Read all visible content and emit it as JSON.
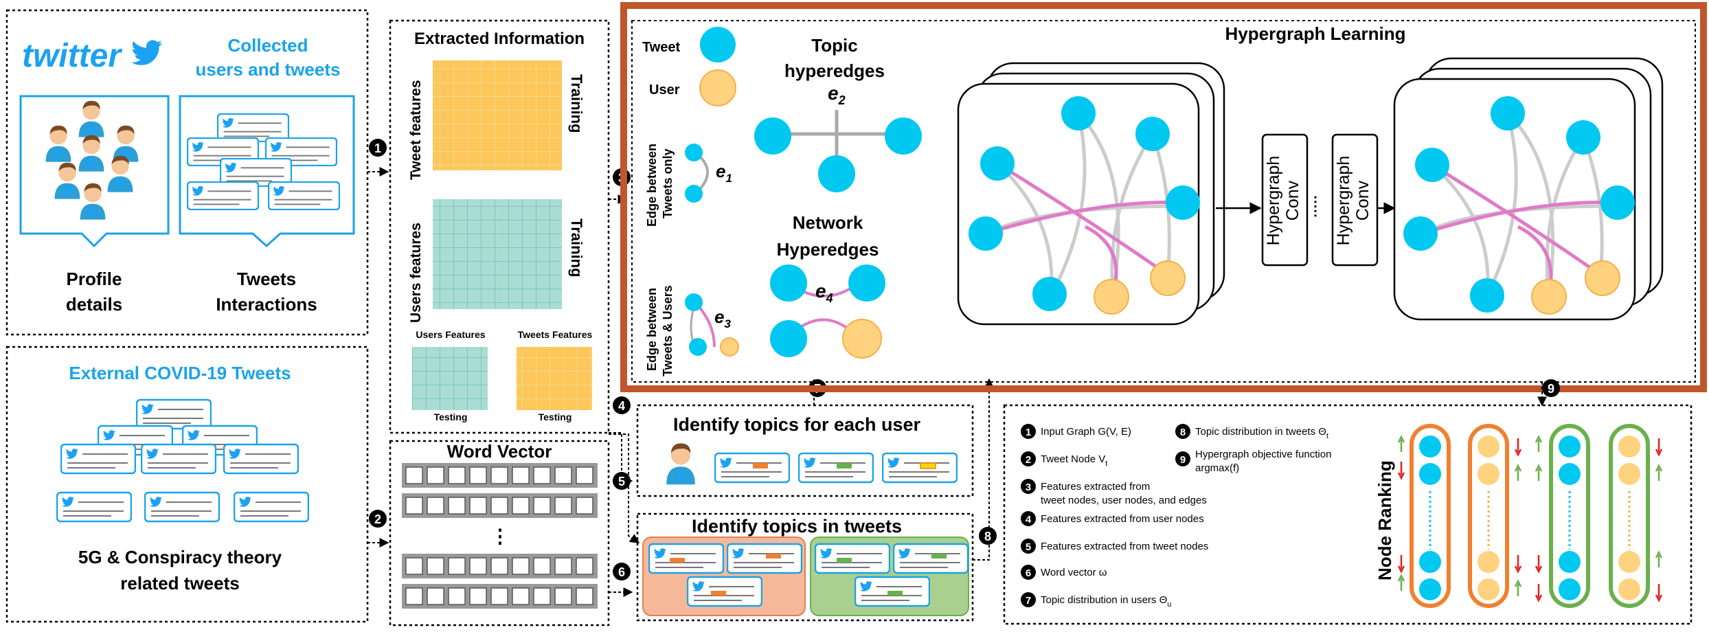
{
  "panel_collected": {
    "logo_text": "twitter",
    "title_line1": "Collected",
    "title_line2": "users and tweets",
    "profile_line1": "Profile",
    "profile_line2": "details",
    "tweets_line1": "Tweets",
    "tweets_line2": "Interactions"
  },
  "panel_external": {
    "title": "External COVID-19 Tweets",
    "caption_line1": "5G & Conspiracy theory",
    "caption_line2": "related tweets"
  },
  "panel_extracted": {
    "title": "Extracted Information",
    "tweet_features": "Tweet features",
    "users_features": "Users features",
    "training1": "Training",
    "training2": "Training",
    "users_features_small": "Users Features",
    "tweets_features_small": "Tweets Features",
    "testing1": "Testing",
    "testing2": "Testing"
  },
  "panel_wordvec": {
    "title": "Word Vector",
    "ellipsis": "⋮"
  },
  "panel_topics_user": {
    "title": "Identify topics for each user"
  },
  "panel_topics_tweets": {
    "title": "Identify topics in tweets"
  },
  "hypergraph": {
    "title": "Hypergraph Learning",
    "legend_tweet": "Tweet",
    "legend_user": "User",
    "topic_line1": "Topic",
    "topic_line2": "hyperedges",
    "network_line1": "Network",
    "network_line2": "Hyperedges",
    "e2": "e",
    "e2_sub": "2",
    "e1": "e",
    "e1_sub": "1",
    "e3": "e",
    "e3_sub": "3",
    "e4": "e",
    "e4_sub": "4",
    "edge_tweets_line1": "Edge between",
    "edge_tweets_line2": "Tweets only",
    "edge_tu_line1": "Edge between",
    "edge_tu_line2": "Tweets & Users",
    "conv1_line1": "Hypergraph",
    "conv1_line2": "Conv",
    "conv2_line1": "Hypergraph",
    "conv2_line2": "Conv",
    "dots": "·····"
  },
  "legend": {
    "items": [
      {
        "num": "1",
        "text": "Input Graph G(V, E)",
        "sym": ""
      },
      {
        "num": "2",
        "text": "Tweet Node V",
        "sym": "t"
      },
      {
        "num": "3",
        "text": "Features extracted from",
        "text2": "tweet nodes, user nodes, and edges"
      },
      {
        "num": "4",
        "text": "Features extracted from user nodes"
      },
      {
        "num": "5",
        "text": "Features extracted from tweet nodes"
      },
      {
        "num": "6",
        "text": "Word vector ω"
      },
      {
        "num": "7",
        "text": "Topic distribution in users  Θ",
        "sub": "u"
      },
      {
        "num": "8",
        "text": "Topic distribution in tweets  Θ",
        "sub": "t"
      },
      {
        "num": "9",
        "text": "Hypergraph objective function",
        "text2": "argmax(f)"
      }
    ]
  },
  "node_ranking": {
    "label": "Node Ranking"
  },
  "step_numbers": [
    "1",
    "2",
    "3",
    "4",
    "5",
    "6",
    "7",
    "8",
    "9"
  ],
  "colors": {
    "tweet_node": "#00c8f0",
    "user_node": "#ffd27f",
    "twitter_blue": "#1da1f2",
    "title_blue": "#1aa3e8",
    "hypergraph_border": "#c0562b",
    "feature_orange": "#fdc75a",
    "feature_teal": "#a9ddd3",
    "hyperedge_pink": "#e07ac8",
    "ranking_orange": "#f08030",
    "ranking_green": "#6ab04c"
  }
}
